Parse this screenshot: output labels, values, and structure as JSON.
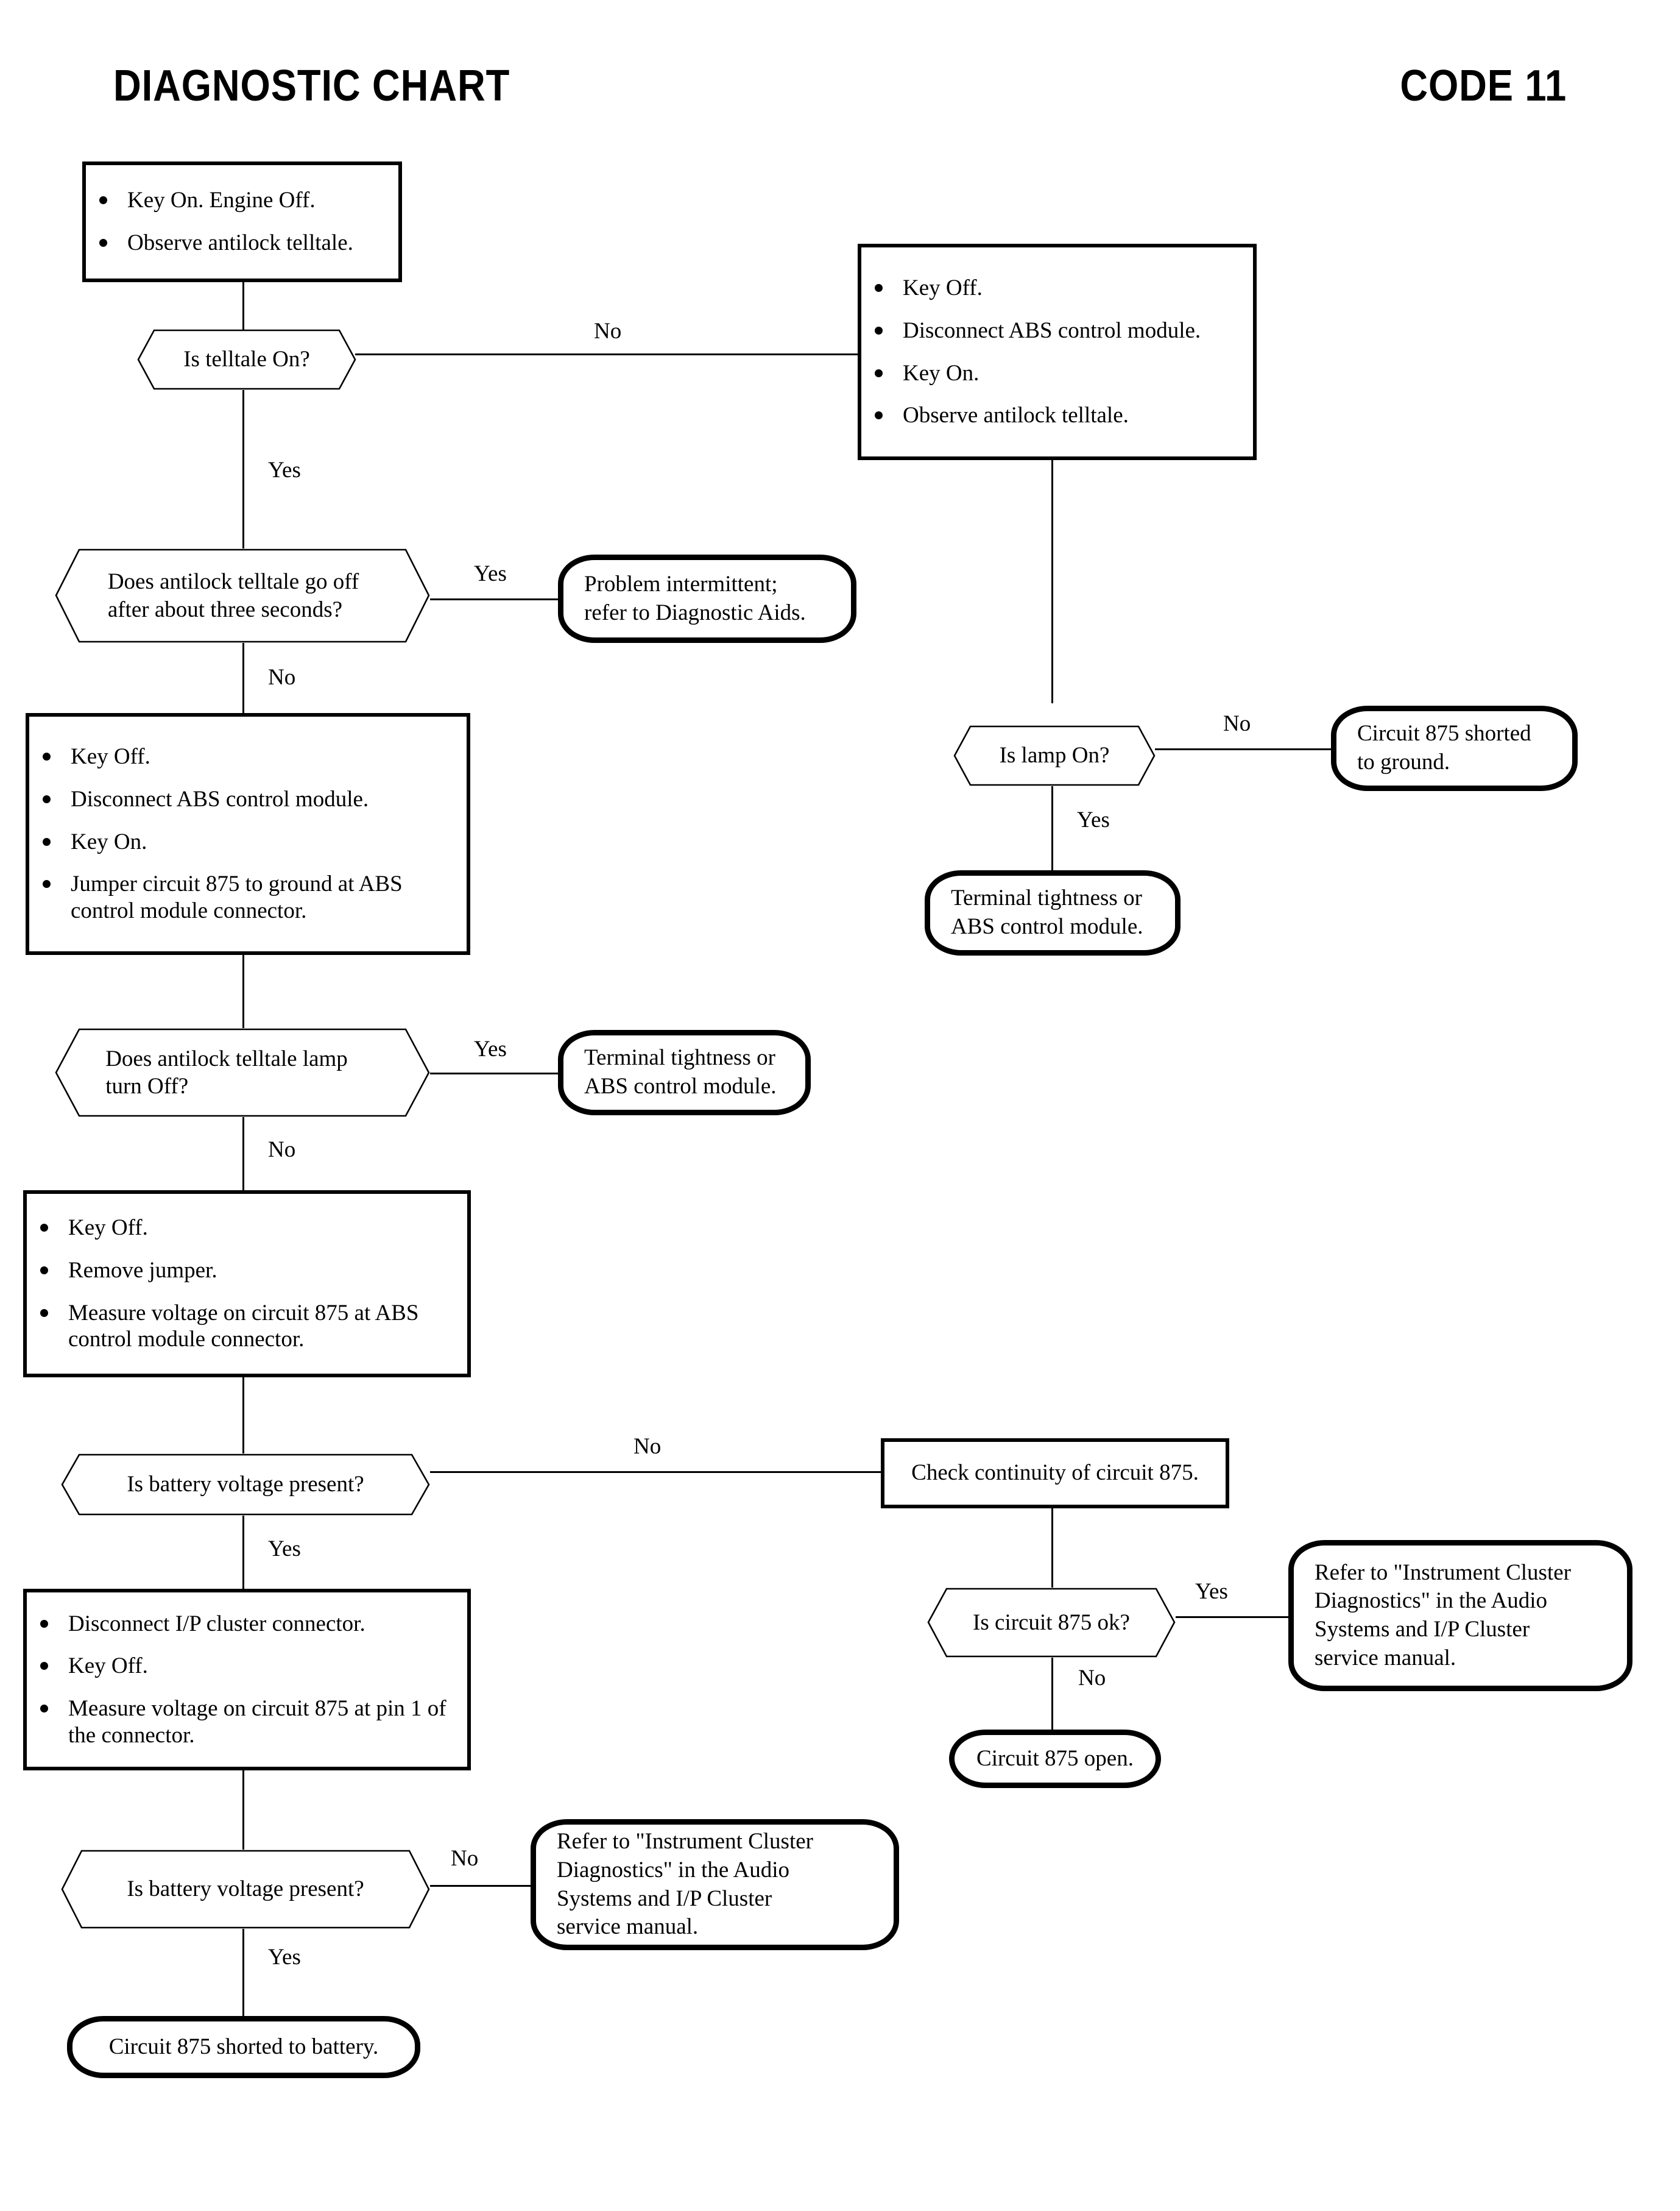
{
  "header": {
    "title": "DIAGNOSTIC CHART",
    "code": "CODE 11"
  },
  "labels": {
    "yes": "Yes",
    "no": "No"
  },
  "nodes": {
    "start_box": {
      "type": "process",
      "bullets": [
        "Key On. Engine Off.",
        "Observe antilock telltale."
      ]
    },
    "dec_telltale_on": {
      "type": "decision",
      "text": "Is telltale On?"
    },
    "box_disconnect_abs": {
      "type": "process",
      "bullets": [
        "Key Off.",
        "Disconnect ABS control module.",
        "Key On.",
        "Observe antilock telltale."
      ]
    },
    "dec_lamp_on": {
      "type": "decision",
      "text": "Is lamp On?"
    },
    "term_875_short_ground": {
      "type": "terminal",
      "lines": [
        "Circuit 875 shorted",
        "to ground."
      ]
    },
    "term_terminal_tightness_right": {
      "type": "terminal",
      "lines": [
        "Terminal tightness or",
        "ABS control module."
      ]
    },
    "dec_telltale_goes_off": {
      "type": "decision",
      "text": "Does antilock telltale go off\nafter about three seconds?"
    },
    "term_problem_intermittent": {
      "type": "terminal",
      "lines": [
        "Problem intermittent;",
        "refer to Diagnostic Aids."
      ]
    },
    "box_jumper_875": {
      "type": "process",
      "bullets": [
        "Key Off.",
        "Disconnect ABS control module.",
        "Key On.",
        "Jumper circuit 875 to ground at ABS control module connector."
      ]
    },
    "dec_lamp_turn_off": {
      "type": "decision",
      "text": "Does antilock telltale lamp\nturn Off?"
    },
    "term_terminal_tightness_left": {
      "type": "terminal",
      "lines": [
        "Terminal tightness or",
        "ABS control module."
      ]
    },
    "box_remove_jumper": {
      "type": "process",
      "bullets": [
        "Key Off.",
        "Remove jumper.",
        "Measure voltage on circuit 875 at ABS control module connector."
      ]
    },
    "dec_battery_voltage_1": {
      "type": "decision",
      "text": "Is battery voltage present?"
    },
    "box_check_continuity": {
      "type": "process",
      "text": "Check continuity of circuit 875."
    },
    "dec_circuit_875_ok": {
      "type": "decision",
      "text": "Is circuit 875 ok?"
    },
    "term_refer_cluster_right": {
      "type": "terminal",
      "lines": [
        "Refer to \"Instrument Cluster",
        "Diagnostics\" in the Audio",
        "Systems and I/P Cluster",
        "service manual."
      ]
    },
    "term_875_open": {
      "type": "terminal",
      "lines": [
        "Circuit 875 open."
      ]
    },
    "box_disconnect_ip_cluster": {
      "type": "process",
      "bullets": [
        "Disconnect I/P cluster connector.",
        "Key Off.",
        "Measure voltage on circuit 875 at pin 1 of the connector."
      ]
    },
    "dec_battery_voltage_2": {
      "type": "decision",
      "text": "Is battery voltage present?"
    },
    "term_refer_cluster_left": {
      "type": "terminal",
      "lines": [
        "Refer to \"Instrument Cluster",
        "Diagnostics\" in the Audio",
        "Systems and I/P Cluster",
        "service manual."
      ]
    },
    "term_875_short_battery": {
      "type": "terminal",
      "lines": [
        "Circuit 875 shorted to battery."
      ]
    }
  },
  "flow_edges": [
    {
      "from": "start_box",
      "to": "dec_telltale_on",
      "label": ""
    },
    {
      "from": "dec_telltale_on",
      "to": "box_disconnect_abs",
      "label": "No"
    },
    {
      "from": "dec_telltale_on",
      "to": "dec_telltale_goes_off",
      "label": "Yes"
    },
    {
      "from": "box_disconnect_abs",
      "to": "dec_lamp_on",
      "label": ""
    },
    {
      "from": "dec_lamp_on",
      "to": "term_875_short_ground",
      "label": "No"
    },
    {
      "from": "dec_lamp_on",
      "to": "term_terminal_tightness_right",
      "label": "Yes"
    },
    {
      "from": "dec_telltale_goes_off",
      "to": "term_problem_intermittent",
      "label": "Yes"
    },
    {
      "from": "dec_telltale_goes_off",
      "to": "box_jumper_875",
      "label": "No"
    },
    {
      "from": "box_jumper_875",
      "to": "dec_lamp_turn_off",
      "label": ""
    },
    {
      "from": "dec_lamp_turn_off",
      "to": "term_terminal_tightness_left",
      "label": "Yes"
    },
    {
      "from": "dec_lamp_turn_off",
      "to": "box_remove_jumper",
      "label": "No"
    },
    {
      "from": "box_remove_jumper",
      "to": "dec_battery_voltage_1",
      "label": ""
    },
    {
      "from": "dec_battery_voltage_1",
      "to": "box_check_continuity",
      "label": "No"
    },
    {
      "from": "dec_battery_voltage_1",
      "to": "box_disconnect_ip_cluster",
      "label": "Yes"
    },
    {
      "from": "box_check_continuity",
      "to": "dec_circuit_875_ok",
      "label": ""
    },
    {
      "from": "dec_circuit_875_ok",
      "to": "term_refer_cluster_right",
      "label": "Yes"
    },
    {
      "from": "dec_circuit_875_ok",
      "to": "term_875_open",
      "label": "No"
    },
    {
      "from": "box_disconnect_ip_cluster",
      "to": "dec_battery_voltage_2",
      "label": ""
    },
    {
      "from": "dec_battery_voltage_2",
      "to": "term_refer_cluster_left",
      "label": "No"
    },
    {
      "from": "dec_battery_voltage_2",
      "to": "term_875_short_battery",
      "label": "Yes"
    }
  ]
}
